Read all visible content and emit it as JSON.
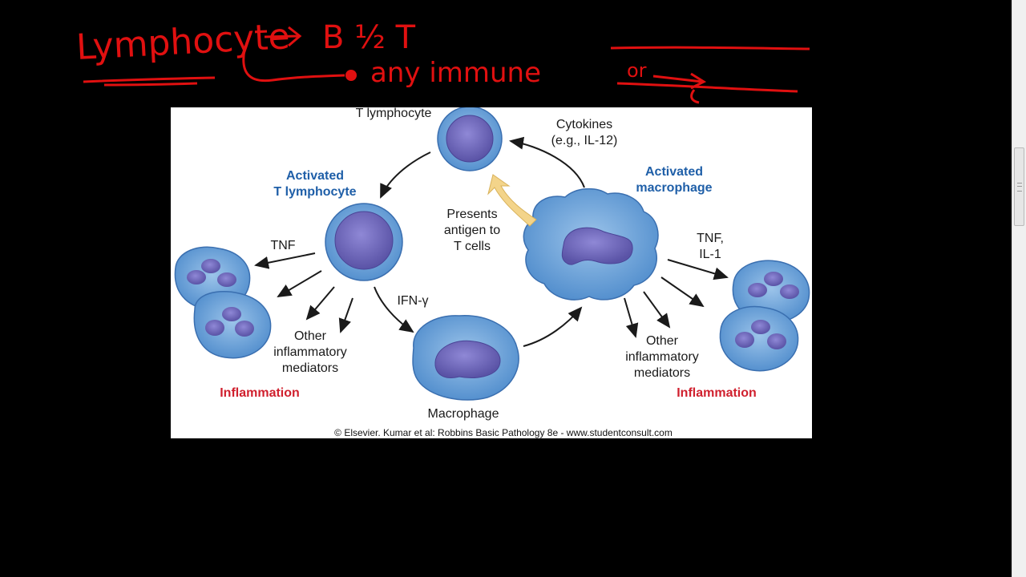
{
  "handwriting": {
    "word_lymphocyte": "Lymphocyte",
    "b_and_t": "B ½ T",
    "any_immune": "any immune",
    "or_note": "or"
  },
  "figure": {
    "t_lymphocyte": "T lymphocyte",
    "cytokines": "Cytokines\n(e.g., IL-12)",
    "activated_t_lymphocyte": "Activated\nT lymphocyte",
    "activated_macrophage": "Activated\nmacrophage",
    "presents_antigen": "Presents\nantigen to\nT cells",
    "tnf_left": "TNF",
    "tnf_il1_right": "TNF,\nIL-1",
    "ifn_gamma": "IFN-γ",
    "other_mediators_left": "Other\ninflammatory\nmediators",
    "other_mediators_right": "Other\ninflammatory\nmediators",
    "inflammation_left": "Inflammation",
    "inflammation_right": "Inflammation",
    "macrophage": "Macrophage",
    "credit": "© Elsevier. Kumar et al: Robbins Basic Pathology 8e - www.studentconsult.com"
  },
  "colors": {
    "ink": "#e01010",
    "label_blue": "#1f5fa8",
    "label_red": "#d0202e",
    "cell_blue": "#5b9bd5",
    "nucleus_purple": "#6a63b8",
    "arrow_yellow": "#f3d48a"
  }
}
